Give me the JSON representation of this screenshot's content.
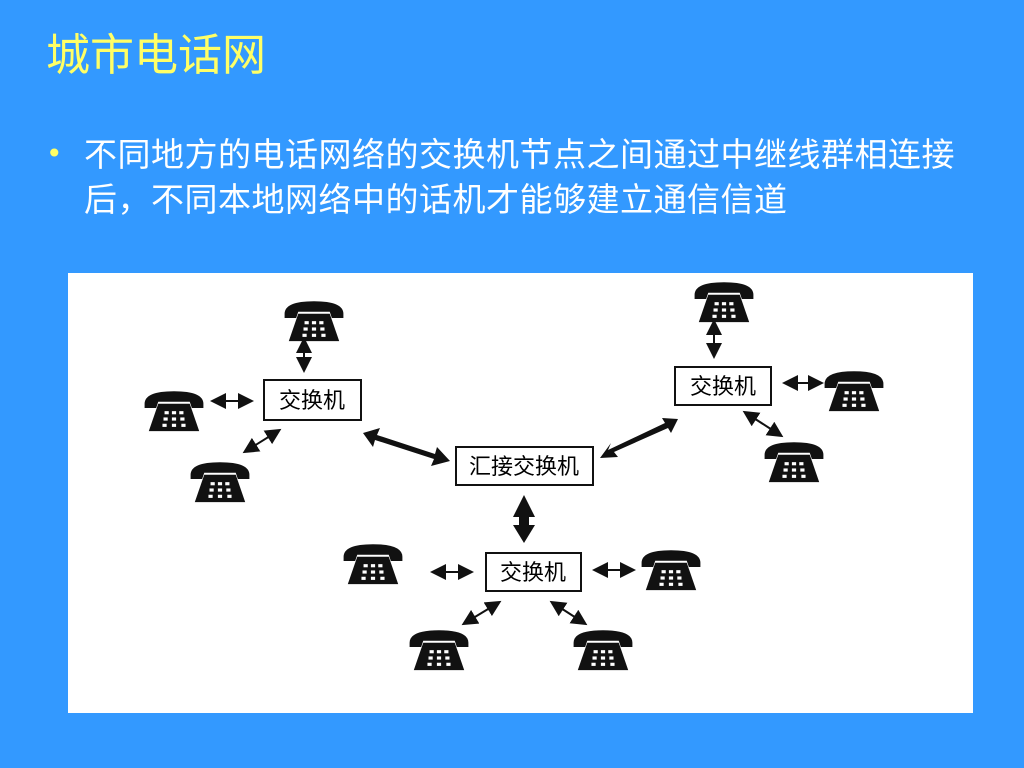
{
  "slide": {
    "title": "城市电话网",
    "bullet_text": "不同地方的电话网络的交换机节点之间通过中继线群相连接后，不同本地网络中的话机才能够建立通信信道",
    "bullet_marker": "•"
  },
  "diagram": {
    "central_label": "汇接交换机",
    "switch_label": "交换机",
    "icons": [
      "telephone-icon"
    ]
  }
}
